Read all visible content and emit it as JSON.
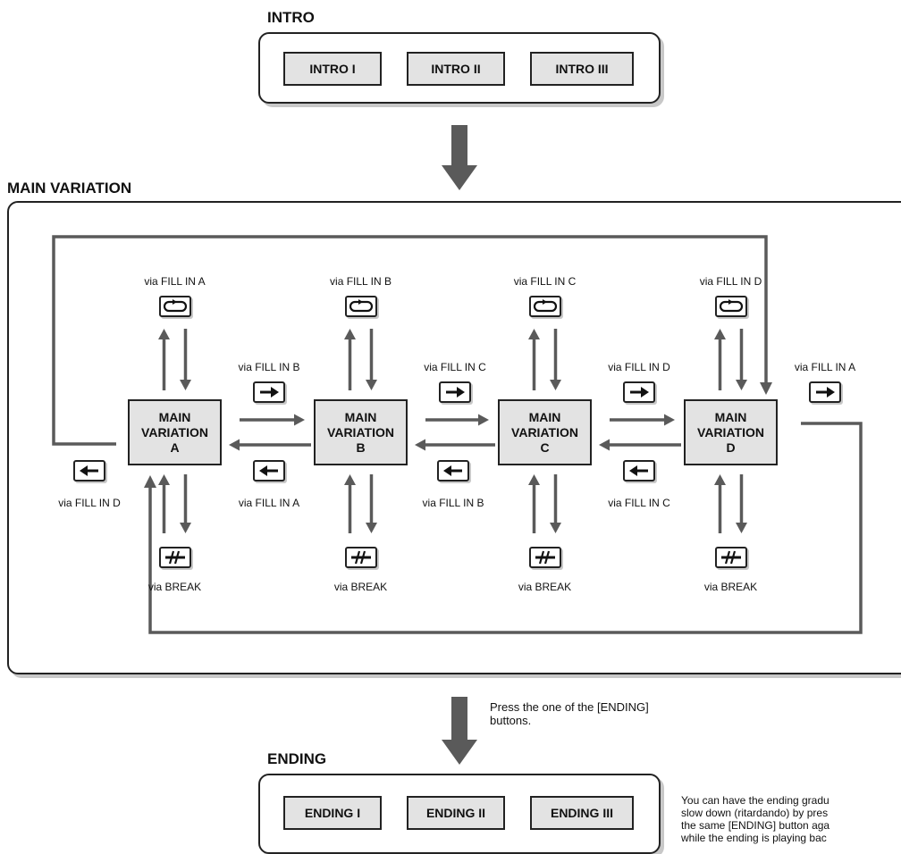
{
  "colors": {
    "arrow": "#5a5a5a",
    "button_fill": "#e3e3e3",
    "border": "#222222",
    "shadow": "#c8c8c8"
  },
  "intro": {
    "title": "INTRO",
    "buttons": [
      "INTRO I",
      "INTRO II",
      "INTRO III"
    ]
  },
  "main": {
    "title": "MAIN VARIATION",
    "variations": [
      {
        "line1": "MAIN",
        "line2": "VARIATION",
        "line3": "A"
      },
      {
        "line1": "MAIN",
        "line2": "VARIATION",
        "line3": "B"
      },
      {
        "line1": "MAIN",
        "line2": "VARIATION",
        "line3": "C"
      },
      {
        "line1": "MAIN",
        "line2": "VARIATION",
        "line3": "D"
      }
    ],
    "fill_labels_top": [
      "via FILL IN A",
      "via FILL IN B",
      "via FILL IN C",
      "via FILL IN D"
    ],
    "fill_labels_right": [
      "via FILL IN B",
      "via FILL IN C",
      "via FILL IN D",
      "via FILL IN A"
    ],
    "fill_labels_left": [
      "via FILL IN D",
      "via FILL IN A",
      "via FILL IN B",
      "via FILL IN C"
    ],
    "break_label": "via BREAK",
    "icons": {
      "loop": "loop-arrow-icon",
      "right": "arrow-right-icon",
      "left": "arrow-left-icon",
      "break": "break-icon"
    }
  },
  "ending": {
    "title": "ENDING",
    "buttons": [
      "ENDING I",
      "ENDING II",
      "ENDING III"
    ],
    "press_note": [
      "Press the one of the [ENDING]",
      "buttons."
    ],
    "side_note": [
      "You can have the ending gradu",
      "slow down (ritardando) by pres",
      "the same [ENDING] button aga",
      "while the ending is playing bac"
    ]
  }
}
